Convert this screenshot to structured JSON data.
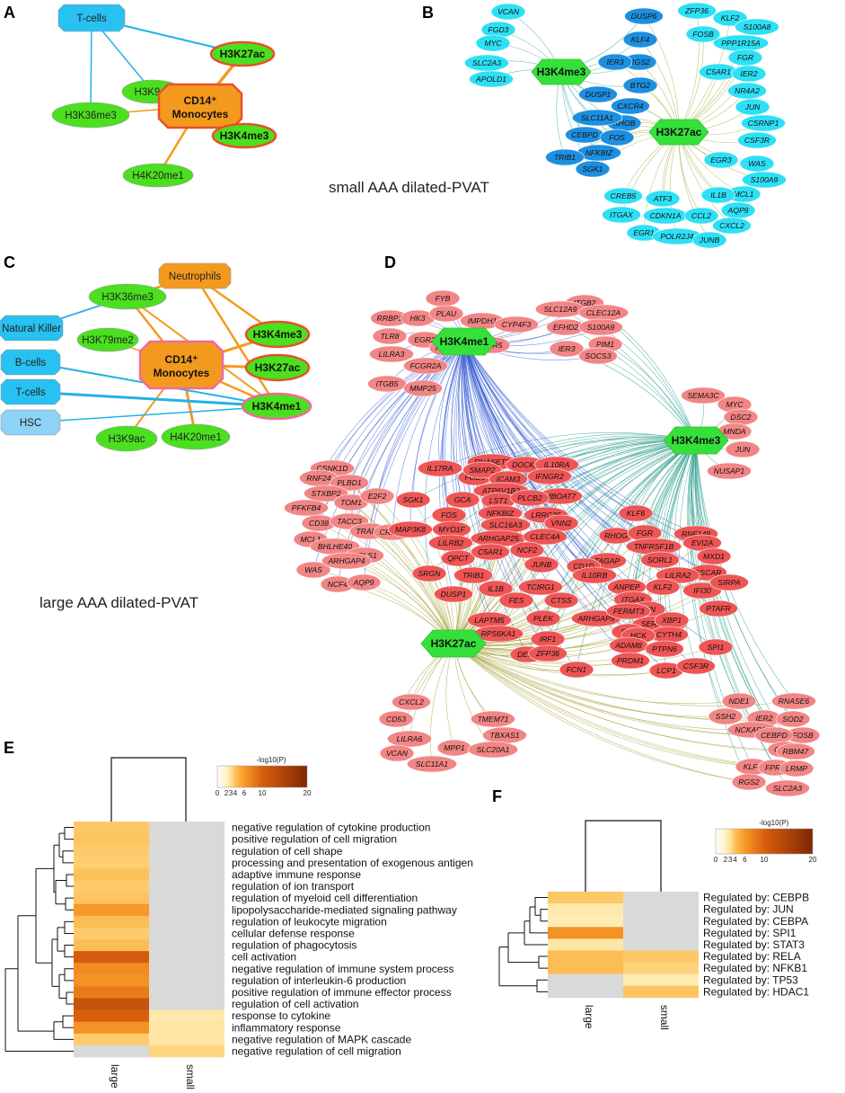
{
  "panels": {
    "A": {
      "label": "A"
    },
    "B": {
      "label": "B",
      "caption": "small AAA dilated-PVAT"
    },
    "C": {
      "label": "C",
      "caption": "large AAA dilated-PVAT"
    },
    "D": {
      "label": "D"
    },
    "E": {
      "label": "E"
    },
    "F": {
      "label": "F"
    }
  },
  "panelA": {
    "nodes": [
      {
        "id": "tcells",
        "label": "T-cells",
        "shape": "oct",
        "fill": "#27c1f2"
      },
      {
        "id": "h3k27ac",
        "label": "H3K27ac",
        "shape": "ell",
        "fill": "#4be01f",
        "stroke": "#e8502a",
        "bold": true
      },
      {
        "id": "h3k9ac",
        "label": "H3K9ac",
        "shape": "ell",
        "fill": "#4be01f"
      },
      {
        "id": "mono",
        "label": "CD14⁺ Monocytes",
        "shape": "oct",
        "fill": "#f39a1e",
        "stroke": "#e8502a",
        "bold": true
      },
      {
        "id": "h3k36me3",
        "label": "H3K36me3",
        "shape": "ell",
        "fill": "#4be01f"
      },
      {
        "id": "h3k4me3",
        "label": "H3K4me3",
        "shape": "ell",
        "fill": "#4be01f",
        "stroke": "#e8502a",
        "bold": true
      },
      {
        "id": "h4k20me1",
        "label": "H4K20me1",
        "shape": "ell",
        "fill": "#4be01f"
      }
    ]
  },
  "panelB": {
    "hubs": [
      "H3K4me3",
      "H3K27ac"
    ],
    "dark_genes": [
      "DUSP6",
      "KLF4",
      "RGS2",
      "IER3",
      "BTG2",
      "CXCR4",
      "DUSP1",
      "RHOB",
      "SLC11A1",
      "CEBPD",
      "FOS",
      "NFKBIZ",
      "TRIB1",
      "SGK1"
    ],
    "light_left": [
      "VCAN",
      "FGD3",
      "MYC",
      "SLC2A3",
      "APOLD1"
    ],
    "light_right": [
      "ZFP36",
      "KLF2",
      "FOSB",
      "S100A8",
      "PPP1R15A",
      "FGR",
      "C5AR1",
      "IER2",
      "NR4A2",
      "JUN",
      "CSRNP1",
      "CSF3R",
      "EGR3",
      "WAS",
      "S100A9",
      "MCL1",
      "IL1B",
      "AQP9",
      "CREB5",
      "ATF3",
      "CDKN1A",
      "CCL2",
      "CXCL2",
      "ITGAX",
      "EGR1",
      "POLR2J4",
      "JUNB"
    ],
    "colors": {
      "dark": "#1e8fe0",
      "light": "#2ee0f5",
      "hub": "#35e03a"
    }
  },
  "panelC": {
    "nodes": [
      {
        "id": "neutro",
        "label": "Neutrophils",
        "shape": "oct",
        "fill": "#f39a1e"
      },
      {
        "id": "h3k36me3",
        "label": "H3K36me3",
        "shape": "ell",
        "fill": "#4be01f"
      },
      {
        "id": "nk",
        "label": "Natural Killer",
        "shape": "oct",
        "fill": "#27c1f2"
      },
      {
        "id": "h3k79me2",
        "label": "H3K79me2",
        "shape": "ell",
        "fill": "#4be01f"
      },
      {
        "id": "h3k4me3",
        "label": "H3K4me3",
        "shape": "ell",
        "fill": "#4be01f",
        "stroke": "#e8502a",
        "bold": true
      },
      {
        "id": "mono",
        "label": "CD14⁺ Monocytes",
        "shape": "oct",
        "fill": "#f39a1e",
        "stroke": "#ef6aa0",
        "bold": true
      },
      {
        "id": "bcells",
        "label": "B-cells",
        "shape": "oct",
        "fill": "#27c1f2"
      },
      {
        "id": "h3k27ac",
        "label": "H3K27ac",
        "shape": "ell",
        "fill": "#4be01f",
        "stroke": "#e8502a",
        "bold": true
      },
      {
        "id": "tcells",
        "label": "T-cells",
        "shape": "oct",
        "fill": "#27c1f2"
      },
      {
        "id": "h3k4me1",
        "label": "H3K4me1",
        "shape": "ell",
        "fill": "#4be01f",
        "stroke": "#ef6aa0",
        "bold": true
      },
      {
        "id": "hsc",
        "label": "HSC",
        "shape": "oct",
        "fill": "#8ed2f5"
      },
      {
        "id": "h3k9ac",
        "label": "H3K9ac",
        "shape": "ell",
        "fill": "#4be01f"
      },
      {
        "id": "h4k20me1",
        "label": "H4K20me1",
        "shape": "ell",
        "fill": "#4be01f"
      }
    ]
  },
  "panelD": {
    "hubs": [
      "H3K4me1",
      "H3K4me3",
      "H3K27ac"
    ],
    "group_top": [
      "FYB",
      "RRBP1",
      "HK3",
      "PLAU",
      "IMPDH1",
      "CYP4F3",
      "TLR8",
      "PADI4",
      "EGR2",
      "PDPN",
      "TLR5",
      "LILRA3",
      "FCGR2A",
      "ITGB5",
      "MMP25"
    ],
    "group_topright": [
      "ITGB2",
      "SLC12A9",
      "CLEC12A",
      "EFHD2",
      "S100A9",
      "PIM1",
      "IER3",
      "SOCS3"
    ],
    "group_me3": [
      "SEMA3C",
      "MYC",
      "DSC2",
      "MNDA",
      "JUN",
      "NUSAP1"
    ],
    "group_left": [
      "CSNK1D",
      "RNF24",
      "PLBD1",
      "STXBP2",
      "TOM1",
      "E2F2",
      "PFKFB4",
      "CD38",
      "TACC3",
      "TRABD",
      "CREB5",
      "MCL1",
      "BHLHE40",
      "HCLS1",
      "WAS",
      "ARHGAP4",
      "NCF4",
      "AQP9"
    ],
    "group_core": [
      "RNASET2",
      "DOCK2",
      "IL10RA",
      "FGD3",
      "IFNGR2",
      "IL17RA",
      "SMAP2",
      "ICAM3",
      "ATP6V1B2",
      "MBOAT7",
      "SGK1",
      "GCA",
      "LST1",
      "PLCB2",
      "FOS",
      "NFKBIZ",
      "LRRC25",
      "KLF6",
      "MAP3K8",
      "MYO1F",
      "SLC16A3",
      "VNN2",
      "LILRB2",
      "ARHGAP25",
      "CLEC4A",
      "RHOG",
      "FGR",
      "RNF149",
      "QPCT",
      "C5AR1",
      "NCF2",
      "TAGAP",
      "TNFRSF1B",
      "EVI2A",
      "SRGN",
      "TRIB1",
      "JUNB",
      "CD1D",
      "SORL1",
      "OSCAR",
      "MXD1",
      "DUSP1",
      "IL1B",
      "TCIRG1",
      "IL10RB",
      "ANPEP",
      "LILRA2",
      "IFI30",
      "SIRPA",
      "FES",
      "CTSS",
      "ITGAX",
      "KLF2",
      "LYN",
      "PTAFR",
      "LAPTM5",
      "PLEK",
      "ARHGAP9",
      "FERMT3",
      "SERPINA1",
      "SYK",
      "XBP1",
      "CYTH4",
      "RPS6KA1",
      "IRF1",
      "HCK",
      "ADAM8",
      "PTPN6",
      "SPI1",
      "DEF6",
      "ZFP36",
      "PRDM1",
      "FCN1",
      "LCP1",
      "CSF3R"
    ],
    "group_bottomleft": [
      "CXCL2",
      "CD53",
      "TMEM71",
      "LILRA6",
      "TBXAS1",
      "VCAN",
      "MPP1",
      "SLC20A1",
      "SLC11A1"
    ],
    "group_bottomright": [
      "NDE1",
      "RNASE6",
      "SSH2",
      "IER2",
      "SOD2",
      "FOSB",
      "NCKAP1L",
      "CEBPD",
      "CYBB",
      "RBM47",
      "KLF4",
      "FPR1",
      "LRMP",
      "RGS2",
      "SLC2A3"
    ],
    "colors": {
      "gene": "#f28585",
      "core": "#ee5555",
      "hub": "#35e03a"
    }
  },
  "panelE": {
    "legend_title": "-log10(P)",
    "legend_ticks": [
      "0",
      "2",
      "3",
      "4",
      "6",
      "10",
      "20"
    ],
    "columns": [
      "large",
      "small"
    ],
    "rows": [
      {
        "label": "negative regulation of cytokine production",
        "large": 3.8,
        "small": null
      },
      {
        "label": "positive regulation of cell migration",
        "large": 3.9,
        "small": null
      },
      {
        "label": "regulation of cell shape",
        "large": 3.7,
        "small": null
      },
      {
        "label": "processing and presentation of exogenous antigen",
        "large": 3.6,
        "small": null
      },
      {
        "label": "adaptive immune response",
        "large": 4.0,
        "small": null
      },
      {
        "label": "regulation of ion transport",
        "large": 3.7,
        "small": null
      },
      {
        "label": "regulation of myeloid cell differentiation",
        "large": 3.9,
        "small": null
      },
      {
        "label": "lipopolysaccharide-mediated signaling pathway",
        "large": 6.0,
        "small": null
      },
      {
        "label": "regulation of leukocyte migration",
        "large": 4.2,
        "small": null
      },
      {
        "label": "cellular defense response",
        "large": 3.7,
        "small": null
      },
      {
        "label": "regulation of phagocytosis",
        "large": 4.2,
        "small": null
      },
      {
        "label": "cell activation",
        "large": 10.5,
        "small": null
      },
      {
        "label": "negative regulation of immune system process",
        "large": 7.0,
        "small": null
      },
      {
        "label": "regulation of interleukin-6 production",
        "large": 6.5,
        "small": null
      },
      {
        "label": "positive regulation of immune effector process",
        "large": 8.0,
        "small": null
      },
      {
        "label": "regulation of cell activation",
        "large": 12.0,
        "small": null
      },
      {
        "label": "response to cytokine",
        "large": 10.0,
        "small": 2.6
      },
      {
        "label": "inflammatory response",
        "large": 6.5,
        "small": 2.8
      },
      {
        "label": "negative regulation of MAPK cascade",
        "large": 3.7,
        "small": 2.7
      },
      {
        "label": "negative regulation of cell migration",
        "large": null,
        "small": 3.4
      }
    ]
  },
  "panelF": {
    "legend_title": "-log10(P)",
    "legend_ticks": [
      "0",
      "2",
      "3",
      "4",
      "6",
      "10",
      "20"
    ],
    "columns": [
      "large",
      "small"
    ],
    "rows": [
      {
        "label": "Regulated by: CEBPB",
        "large": 3.8,
        "small": null
      },
      {
        "label": "Regulated by: JUN",
        "large": 2.6,
        "small": null
      },
      {
        "label": "Regulated by: CEBPA",
        "large": 2.4,
        "small": null
      },
      {
        "label": "Regulated by: SPI1",
        "large": 6.5,
        "small": null
      },
      {
        "label": "Regulated by: STAT3",
        "large": 2.7,
        "small": null
      },
      {
        "label": "Regulated by: RELA",
        "large": 4.2,
        "small": 3.8
      },
      {
        "label": "Regulated by: NFKB1",
        "large": 4.2,
        "small": 3.5
      },
      {
        "label": "Regulated by: TP53",
        "large": null,
        "small": 2.5
      },
      {
        "label": "Regulated by: HDAC1",
        "large": null,
        "small": 3.9
      }
    ]
  }
}
